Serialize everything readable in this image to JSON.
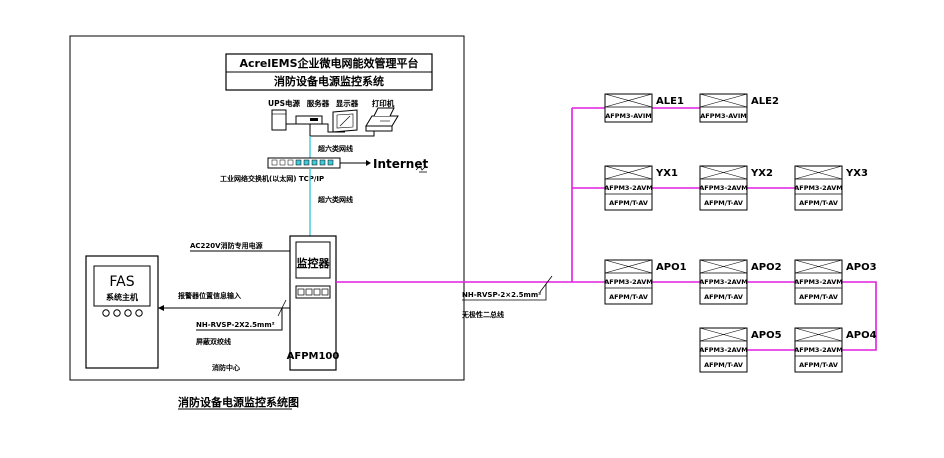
{
  "platform": {
    "title": "AcrelEMS企业微电网能效管理平台",
    "subtitle": "消防设备电源监控系统"
  },
  "devices": {
    "ups": "UPS电源",
    "server": "服务器",
    "monitor": "显示器",
    "printer": "打印机"
  },
  "network": {
    "cable_top": "超六类网线",
    "cable_bottom": "超六类网线",
    "internet": "Internet",
    "switch_label": "工业网络交换机(以太网) TCP/IP"
  },
  "control_room": {
    "power_label": "AC220V消防专用电源",
    "monitor_text": "监控器",
    "monitor_model": "AFPM100",
    "fas_title": "FAS",
    "fas_subtitle": "系统主机",
    "alarm_input": "报警器位置信息输入",
    "cable_spec": "NH-RVSP-2X2.5mm²",
    "cable_type": "屏蔽双绞线",
    "room_name": "消防中心"
  },
  "bus": {
    "spec": "NH-RVSP-2×2.5mm²",
    "type": "无极性二总线"
  },
  "modules": [
    {
      "name": "ALE1",
      "model": "AFPM3-AVIM",
      "sub": ""
    },
    {
      "name": "ALE2",
      "model": "AFPM3-AVIM",
      "sub": ""
    },
    {
      "name": "YX1",
      "model": "AFPM3-2AVM",
      "sub": "AFPM/T-AV"
    },
    {
      "name": "YX2",
      "model": "AFPM3-2AVM",
      "sub": "AFPM/T-AV"
    },
    {
      "name": "YX3",
      "model": "AFPM3-2AVM",
      "sub": "AFPM/T-AV"
    },
    {
      "name": "APO1",
      "model": "AFPM3-2AVM",
      "sub": "AFPM/T-AV"
    },
    {
      "name": "APO2",
      "model": "AFPM3-2AVM",
      "sub": "AFPM/T-AV"
    },
    {
      "name": "APO3",
      "model": "AFPM3-2AVM",
      "sub": "AFPM/T-AV"
    },
    {
      "name": "APO5",
      "model": "AFPM3-2AVM",
      "sub": "AFPM/T-AV"
    },
    {
      "name": "APO4",
      "model": "AFPM3-2AVM",
      "sub": "AFPM/T-AV"
    }
  ],
  "caption": "消防设备电源监控系统图",
  "colors": {
    "bus": "#e020e0",
    "network": "#40c8d8",
    "line": "#000000"
  }
}
